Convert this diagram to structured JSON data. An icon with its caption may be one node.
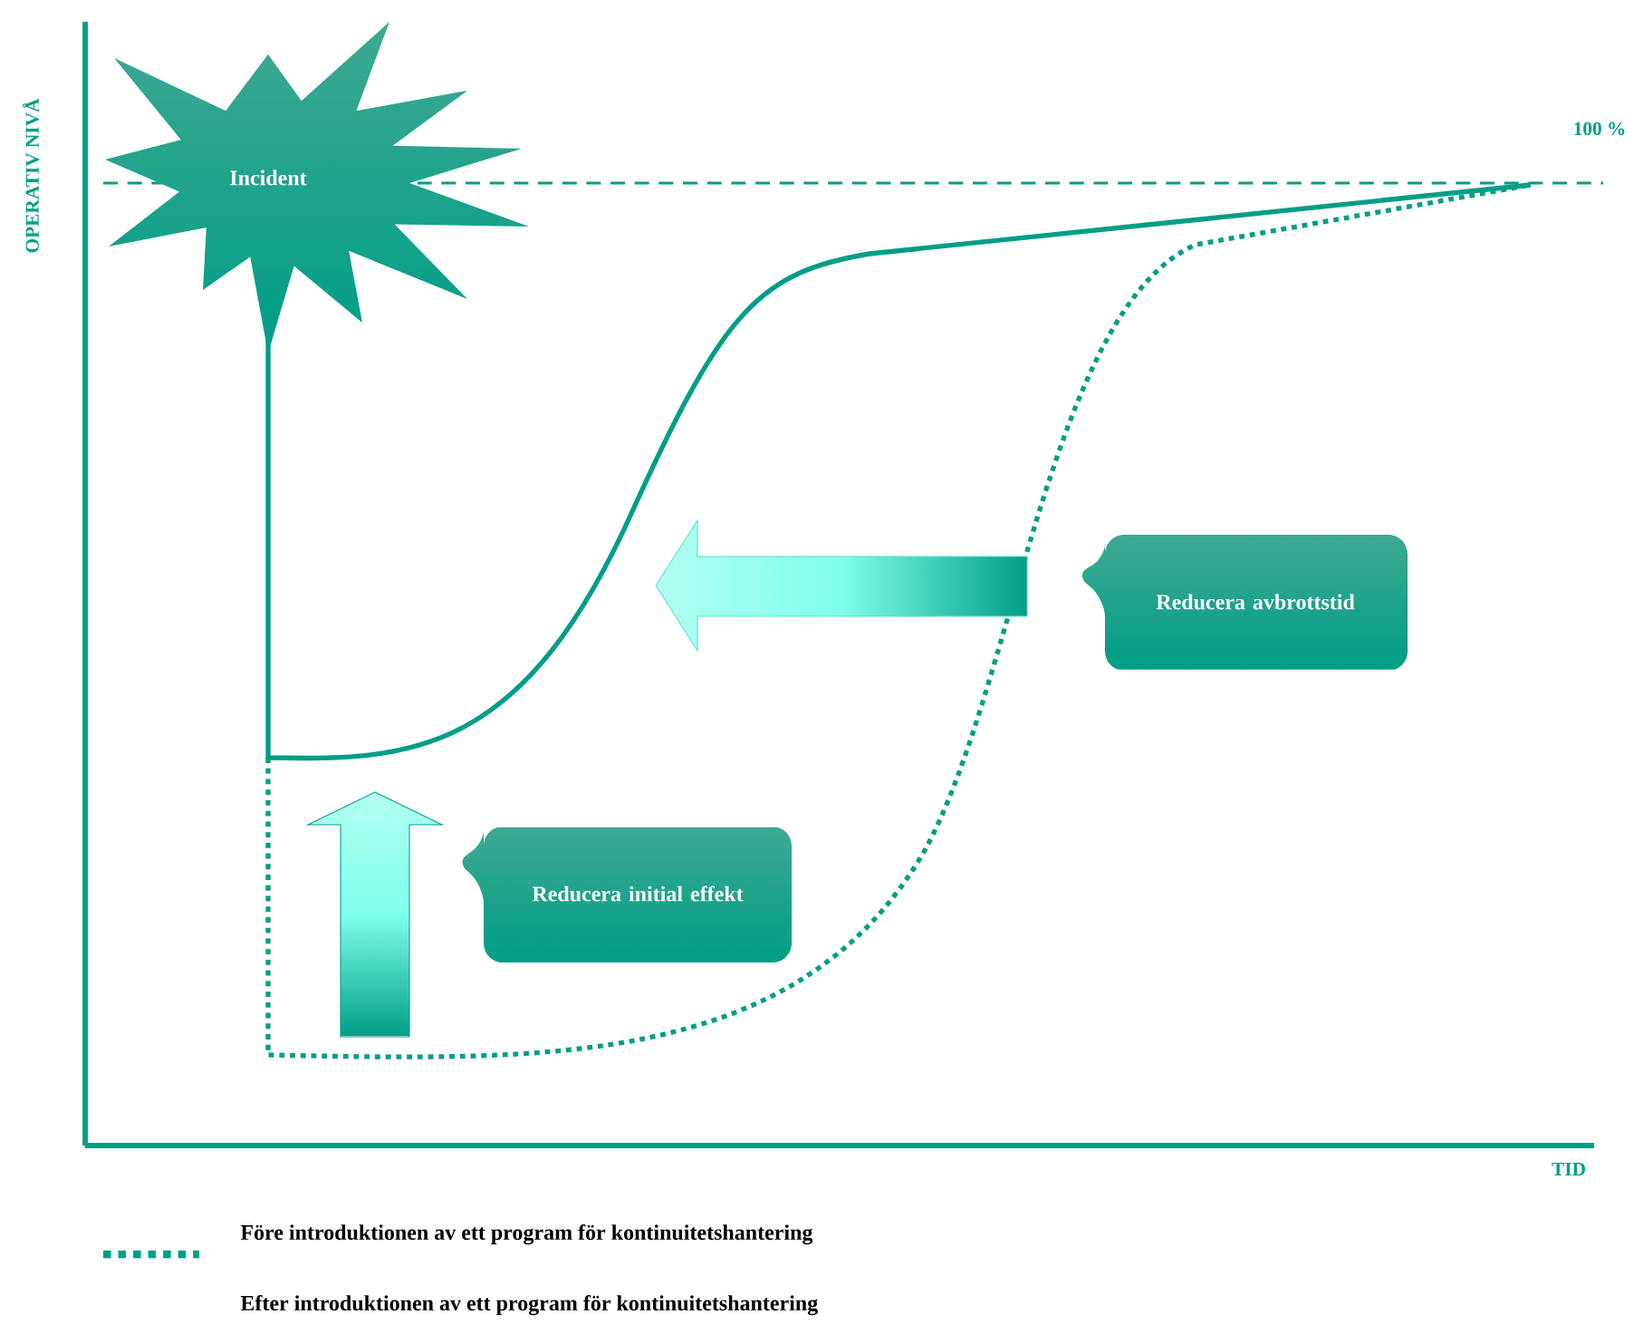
{
  "diagram": {
    "nodes": [
      {
        "text": [
          "Incident"
        ]
      },
      {
        "text": [
          "Reducera avbrottstid"
        ]
      },
      {
        "text": [
          "Reducera initial effekt"
        ]
      }
    ],
    "labels": [
      "OPERATIV NIVÅ",
      "100 %",
      "TID"
    ],
    "legend": [
      {
        "text": "Före introduktionen av ett program för kontinuitetshantering"
      },
      {
        "text": "Efter introduktionen av ett program för kontinuitetshantering"
      }
    ]
  }
}
